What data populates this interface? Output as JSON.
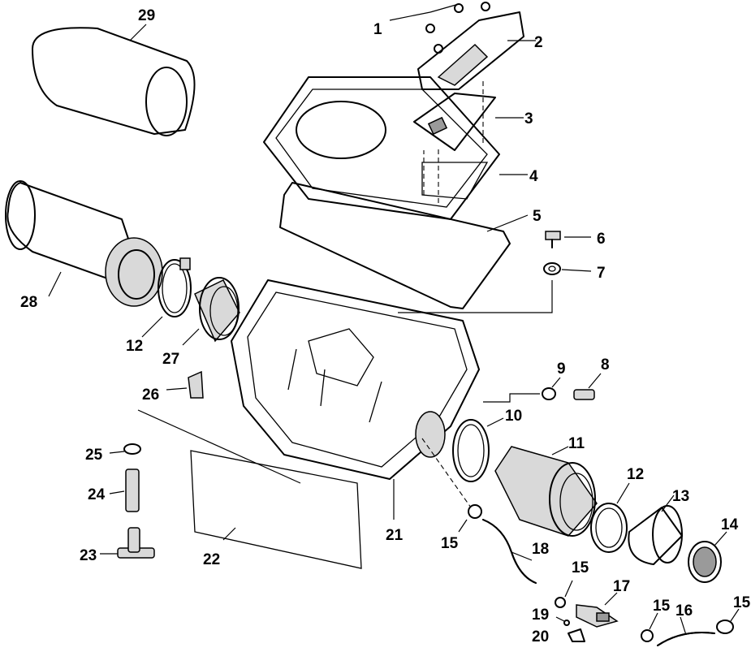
{
  "callouts": {
    "c1": "1",
    "c2": "2",
    "c3": "3",
    "c4": "4",
    "c5": "5",
    "c6": "6",
    "c7": "7",
    "c8": "8",
    "c9": "9",
    "c10": "10",
    "c11": "11",
    "c12a": "12",
    "c12b": "12",
    "c13": "13",
    "c14": "14",
    "c15a": "15",
    "c15b": "15",
    "c15c": "15",
    "c15d": "15",
    "c16": "16",
    "c17": "17",
    "c18": "18",
    "c19": "19",
    "c20": "20",
    "c21": "21",
    "c22": "22",
    "c23": "23",
    "c24": "24",
    "c25": "25",
    "c26": "26",
    "c27": "27",
    "c28": "28",
    "c29": "29"
  }
}
